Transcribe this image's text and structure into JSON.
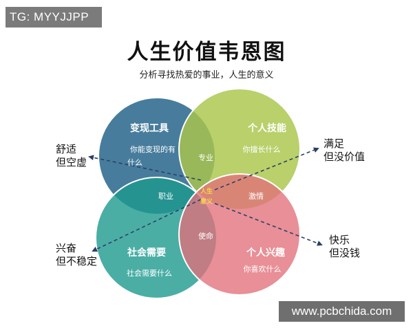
{
  "badge": {
    "text": "TG: MYYJJPP"
  },
  "watermark": {
    "text": "www.pcbchida.com"
  },
  "header": {
    "title": "人生价值韦恩图",
    "subtitle": "分析寻找热爱的事业，人生的意义"
  },
  "circles": {
    "top_left": {
      "title": "变现工具",
      "desc_1": "你能变现的有",
      "desc_2": "什么",
      "color": "#2e6a8e"
    },
    "top_right": {
      "title": "个人技能",
      "desc": "你擅长什么",
      "color": "#a9c64a"
    },
    "bottom_left": {
      "title": "社会需要",
      "desc": "社会需要什么",
      "color": "#1d9a8e"
    },
    "bottom_right": {
      "title": "个人兴趣",
      "desc": "你喜欢什么",
      "color": "#e2707a"
    }
  },
  "overlaps": {
    "top": "专业",
    "left": "职业",
    "right": "激情",
    "bottom": "使命",
    "center_1": "人生",
    "center_2": "意义"
  },
  "corners": {
    "top_left": [
      "舒适",
      "但空虚"
    ],
    "top_right": [
      "满足",
      "但没价值"
    ],
    "bottom_left": [
      "兴奋",
      "但不稳定"
    ],
    "bottom_right": [
      "快乐",
      "但没钱"
    ]
  },
  "colors": {
    "arrow": "#2b3f66",
    "center_text": "#f5d64a"
  }
}
